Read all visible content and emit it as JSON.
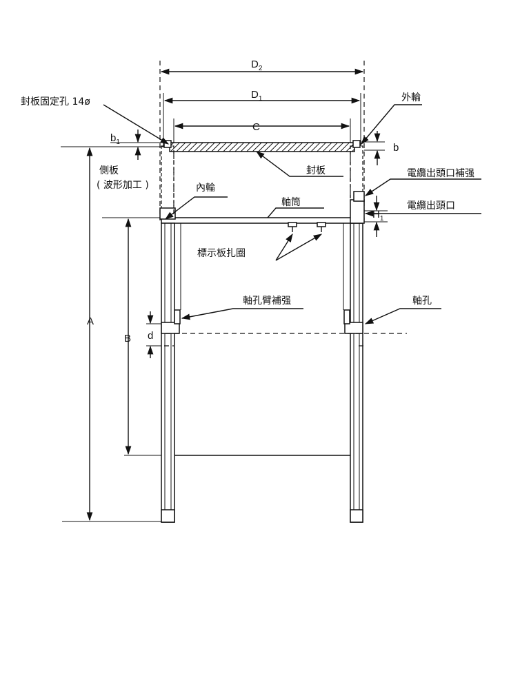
{
  "labels": {
    "fix_hole": "封板固定孔 14ø",
    "outer_rim": "外輪",
    "side_plate": "側板",
    "side_plate_note": "( 波形加工 )",
    "cover_plate": "封板",
    "inner_rim": "內輪",
    "shaft_tube": "軸筒",
    "cable_outlet_reinforce": "電纜出頭口補强",
    "cable_outlet": "電纜出頭口",
    "sign_plate_ring": "標示板扎圈",
    "shaft_hole_arm_reinforce": "軸孔臂補强",
    "shaft_hole": "軸孔"
  },
  "dimensions": {
    "D2": "D",
    "D2_sub": "2",
    "D1": "D",
    "D1_sub": "1",
    "C": "C",
    "b1": "b",
    "b1_sub": "1",
    "b": "b",
    "H1": "H",
    "H1_sub": "1",
    "A": "A",
    "B": "B",
    "d": "d"
  }
}
